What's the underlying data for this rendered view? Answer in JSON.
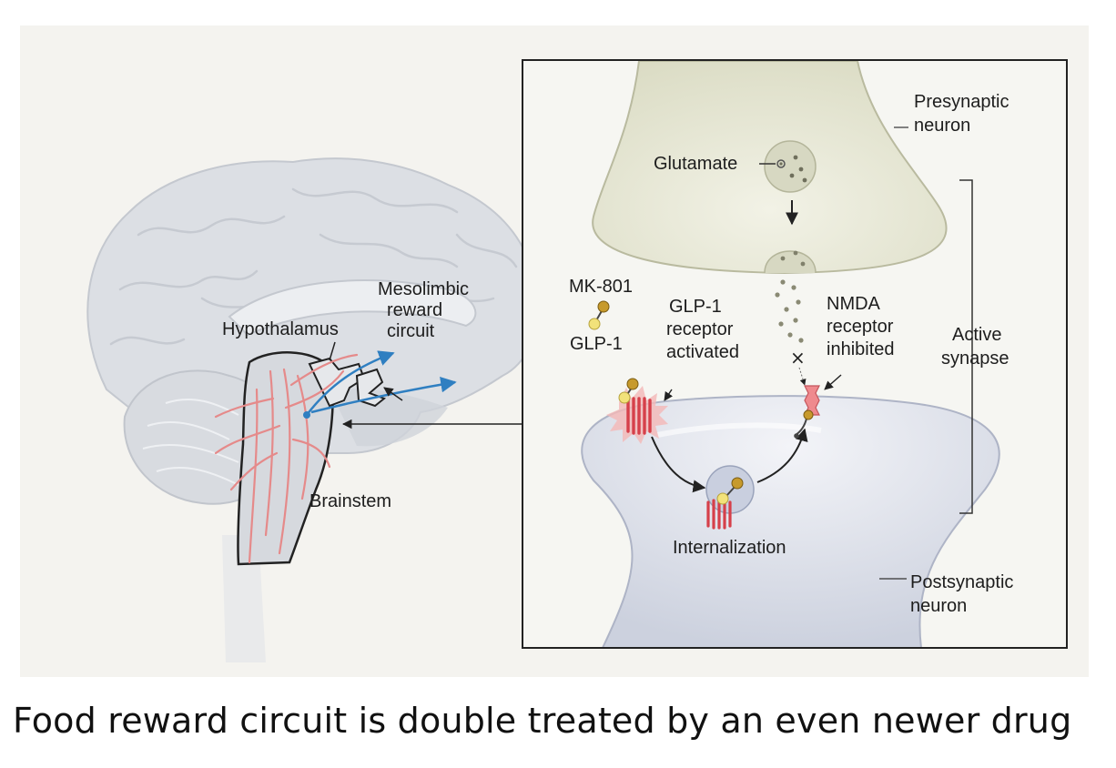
{
  "labels": {
    "hypothalamus": "Hypothalamus",
    "mesolimbic": [
      "Mesolimbic",
      "reward",
      "circuit"
    ],
    "brainstem": "Brainstem",
    "presynaptic": [
      "Presynaptic",
      "neuron"
    ],
    "glutamate": "Glutamate",
    "mk801": "MK-801",
    "glp1": "GLP-1",
    "glp1_receptor": [
      "GLP-1",
      "receptor",
      "activated"
    ],
    "nmda_receptor": [
      "NMDA",
      "receptor",
      "inhibited"
    ],
    "active_synapse": [
      "Active",
      "synapse"
    ],
    "internalization": "Internalization",
    "postsynaptic": [
      "Postsynaptic",
      "neuron"
    ]
  },
  "caption": "Food reward circuit is double treated by an even newer drug",
  "colors": {
    "panel_background": "#f4f3ef",
    "brain": "#dcdfe4",
    "neuron_pre": "#e9ead9",
    "neuron_post": "#e1e4ee",
    "vessels": "#e58a8a",
    "reward_arrow": "#2f7fc1",
    "receptor": "#d6404a",
    "nmda_receptor": "#ef8a8e",
    "mk801": "#c79a2c",
    "glp1": "#f2e27a"
  }
}
